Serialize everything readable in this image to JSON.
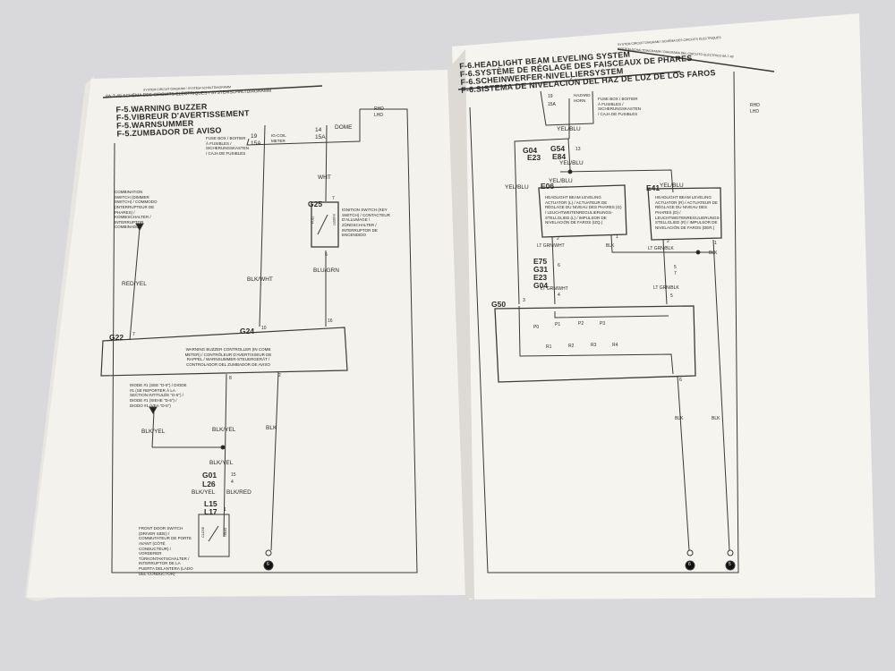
{
  "left_page": {
    "header_top": "SYSTEM CIRCUIT DIAGRAM / SYSTEM-SCHALTDIAGRAMM",
    "header_bottom": "8A-7-48 SCHÉMA DES CIRCUITS ÉLECTRIQUES / SYSTEMSCHALTDIAGRAMM",
    "titles": [
      "F-5.WARNING BUZZER",
      "F-5.VIBREUR D'AVERTISSEMENT",
      "F-5.WARNSUMMER",
      "F-5.ZUMBADOR DE AVISO"
    ],
    "legend": [
      "RHD",
      "LHD"
    ],
    "fuse_box_label": "FUSE BOX / BOITIER À FUSIBLES / SICHERUNGSKASTEN / CAJA DE FUSIBLES",
    "fuses": [
      {
        "number": "19",
        "amps": "15A",
        "name": "IG-COIL METER"
      },
      {
        "number": "14",
        "amps": "15A",
        "name": "DOME"
      }
    ],
    "wires": [
      "WHT",
      "RED/YEL",
      "BLK/WHT",
      "BLU/GRN",
      "BLK/YEL",
      "BLK/YEL",
      "BLK/YEL",
      "BLK",
      "BLK/YEL",
      "BLK/RED"
    ],
    "combination_switch_label": "COMBINATION SWITCH (DIMMER SWITCH) / COMMODO (INTERRUPTEUR DE PHARES) / KOMBISCHALTER / INTERRUPTOR COMBINADO",
    "ignition_switch": {
      "connector": "G25",
      "pin_top": "7",
      "pin_bottom": "6",
      "pull": "PULL",
      "insert": "INSERT",
      "label": "IGNITION SWITCH (KEY SWITCH) / CONTACTEUR D'ALLUMAGE / ZÜNDSCHALTER / INTERRUPTOR DE ENCENDIDO"
    },
    "connectors": {
      "g22": "G22",
      "g22_pin": "7",
      "g24": "G24",
      "g24_pin": "10",
      "pin16": "16",
      "pin8": "8",
      "pin2": "2"
    },
    "controller_label": "WARNING BUZZER CONTROLLER (IN COMB METER) / CONTRÔLEUR D'AVERTISSEUR DE RAPPEL / WARNSUMMER-STEUERGERÄT / CONTROLADOR DEL ZUMBADOR DE AVISO",
    "diode_label": "DIODE #1 (SEE \"D-5\") / DIODE #1 (SE REPORTER À LA SECTION INTITULÉE \"D-5\") / DIODE #1 (SIEHE \"D-5\") / DIODO #1 (VEA \"D-5\")",
    "g01": "G01",
    "l26": "L26",
    "pin15": "15",
    "pin4": "4",
    "l15": "L15",
    "l17": "L17",
    "pin1": "1",
    "door_switch": {
      "close": "CLOSE",
      "open": "OPEN",
      "label": "FRONT DOOR SWITCH (DRIVER SIDE) / COMMUTATEUR DE PORTE AVANT (CÔTÉ CONDUCTEUR) / VORDERER TÜRKONTAKTSCHALTER / INTERRUPTOR DE LA PUERTA DELANTERA (LADO DEL CONDUCTOR)"
    },
    "ground": "6"
  },
  "right_page": {
    "header_top": "SYSTEM CIRCUIT DIAGRAM / SCHÉMA DES CIRCUITS ÉLECTRIQUES",
    "header_bottom": "SYSTEM-SCHALTDIAGRAMM / DIAGRAMA DEL CIRCUITO ELÉCTRICO 8A-7-49",
    "titles": [
      "F-6.HEADLIGHT BEAM LEVELING SYSTEM",
      "F-6.SYSTÈME DE RÉGLAGE DES FAISCEAUX DE PHARES",
      "F-6.SCHEINWERFER-NIVELLIERSYSTEM",
      "F-6.SISTEMA DE NIVELACIÓN DEL HAZ DE LUZ DE LOS FAROS"
    ],
    "legend": [
      "RHD",
      "LHD"
    ],
    "fuse": {
      "number": "19",
      "amps": "15A",
      "name": "HAZARD HORN"
    },
    "fuse_box_label": "FUSE BOX / BOITIER À FUSIBLES / SICHERUNGSKASTEN / CAJA DE FUSIBLES",
    "wires": {
      "yel_blu": "YEL/BLU",
      "lt_grn_wht": "LT GRN/WHT",
      "lt_grn_blk": "LT GRN/BLK",
      "blk": "BLK"
    },
    "conn1": {
      "a": "G04",
      "b": "E23",
      "c": "G54",
      "d": "E84",
      "pin": "13"
    },
    "conn2": {
      "a": "E75",
      "b": "G31",
      "c": "E23",
      "d": "G04",
      "pin": "6",
      "pin_r1": "5",
      "pin_r2": "7"
    },
    "e06": {
      "id": "E06",
      "pin_top": "3",
      "pin_l": "2",
      "pin_r": "1",
      "label": "HEADLIGHT BEAM LEVELING ACTUATOR (L) / ACTUATEUR DE RÉGLAGE DU NIVEAU DES PHARES (G) / LEUCHTWEITENREGULIERUNGS-STELLGLIED (L) / IMPULSOR DE NIVELACIÓN DE FAROS (IZQ.)"
    },
    "e41": {
      "id": "E41",
      "pin_top": "3",
      "pin_l": "2",
      "pin_r": "1",
      "label": "HEADLIGHT BEAM LEVELING ACTUATOR (R) / ACTUATEUR DE RÉGLAGE DU NIVEAU DES PHARES (D) / LEUCHTWEITENREGULIERUNGS-STELLGLIED (R) / IMPULSOR DE NIVELACIÓN DE FAROS (DER.)"
    },
    "g50": {
      "id": "G50",
      "pins": [
        "3",
        "4",
        "5",
        "6"
      ],
      "positions": [
        "P0",
        "P1",
        "P2",
        "P3"
      ],
      "resistors": [
        "R1",
        "R2",
        "R3",
        "R4"
      ]
    },
    "grounds": [
      "6",
      "5"
    ]
  }
}
